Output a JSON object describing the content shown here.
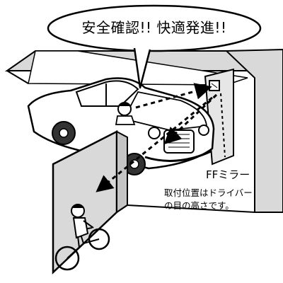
{
  "speech_bubble": {
    "text": "安全確認!!  快適発進!!"
  },
  "mirror_label": {
    "title": "FFミラー",
    "note_line1": "取付位置はドライバー",
    "note_line2": "の目の高さです。"
  },
  "icons": {
    "mirror": "convex-mirror-icon",
    "car": "car-icon",
    "driver": "driver-icon",
    "cyclist": "cyclist-icon"
  },
  "colors": {
    "line": "#000000",
    "wall": "#d9d9d9",
    "wall_dark": "#c4c4c4",
    "background": "#ffffff"
  }
}
